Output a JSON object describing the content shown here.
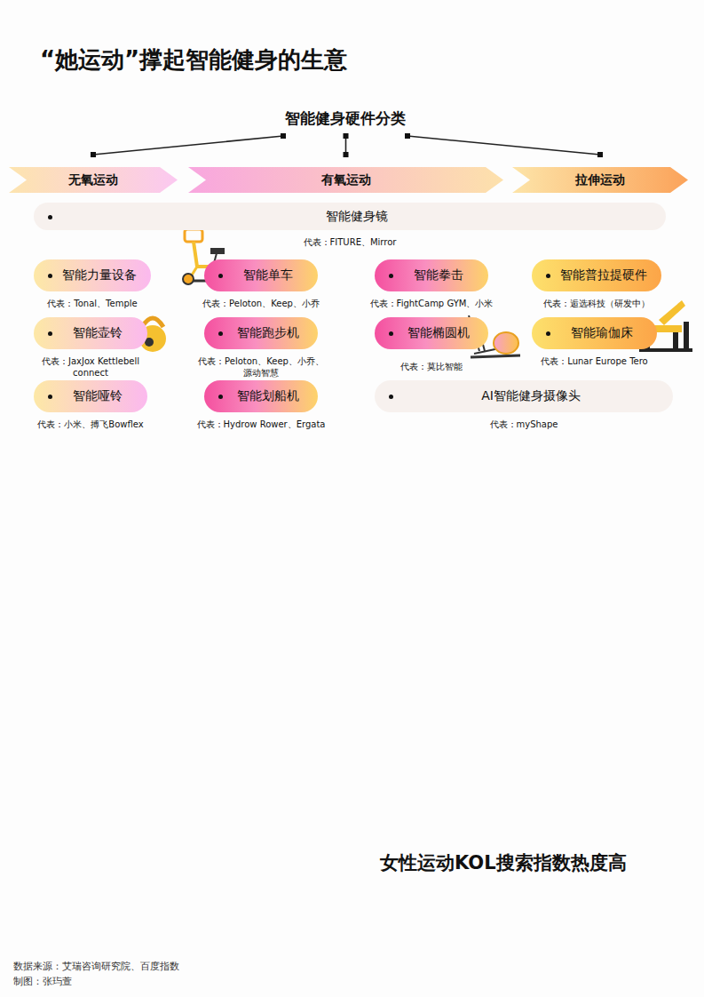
{
  "diagram": {
    "title": "“她运动”撑起智能健身的生意",
    "nodes": [
      {
        "text": [
          "智能健身硬件分类"
        ]
      },
      {
        "text": [
          "无氧运动"
        ]
      },
      {
        "text": [
          "有氧运动"
        ]
      },
      {
        "text": [
          "拉伸运动"
        ]
      },
      {
        "text": [
          "智能健身镜",
          "代表：FITURE、Mirror"
        ]
      },
      {
        "text": [
          "智能力量设备",
          "代表：Tonal、Temple"
        ]
      },
      {
        "text": [
          "智能单车",
          "代表：Peloton、Keep、小乔"
        ]
      },
      {
        "text": [
          "智能拳击",
          "代表：FightCamp GYM、小米"
        ]
      },
      {
        "text": [
          "智能普拉提硬件",
          "代表：逅选科技（研发中）"
        ]
      },
      {
        "text": [
          "智能壶铃",
          "代表：JaxJox Kettlebell connect"
        ]
      },
      {
        "text": [
          "智能跑步机",
          "代表：Peloton、Keep、小乔、源动智慧"
        ]
      },
      {
        "text": [
          "智能椭圆机",
          "代表：莫比智能"
        ]
      },
      {
        "text": [
          "智能瑜伽床",
          "代表：Lunar Europe Tero"
        ]
      },
      {
        "text": [
          "智能哑铃",
          "代表：小米、搏飞Bowflex"
        ]
      },
      {
        "text": [
          "智能划船机",
          "代表：Hydrow Rower、Ergata"
        ]
      },
      {
        "text": [
          "AI智能健身摄像头",
          "代表：myShape"
        ]
      }
    ],
    "edges": [
      {
        "from": 0,
        "to": 1,
        "arrow": "none"
      },
      {
        "from": 0,
        "to": 2,
        "arrow": "none"
      },
      {
        "from": 0,
        "to": 3,
        "arrow": "none"
      }
    ],
    "labels": [
      "女性运动KOL搜索指数热度高",
      "数据来源：艾瑞咨询研究院、百度指数",
      "制图：张玙萱"
    ]
  }
}
